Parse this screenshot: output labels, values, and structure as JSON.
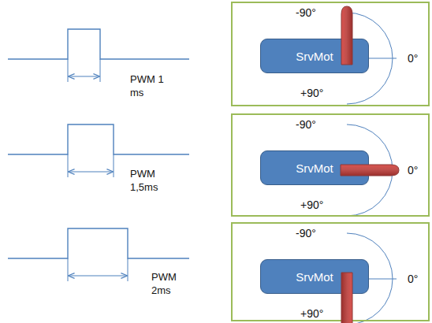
{
  "diagram": {
    "nodes": [
      {
        "text": [
          "-90°",
          "0°",
          "+90°"
        ]
      },
      {
        "text": [
          "SrvMot"
        ],
        "in": 0
      },
      {
        "text": [
          "-90°",
          "0°",
          "+90°"
        ]
      },
      {
        "text": [
          "SrvMot"
        ],
        "in": 2
      },
      {
        "text": [
          "-90°",
          "0°",
          "+90°"
        ]
      },
      {
        "text": [
          "SrvMot"
        ],
        "in": 4
      }
    ],
    "labels": [
      "PWM 1 ms",
      "PWM 1,5ms",
      "PWM 2ms"
    ]
  }
}
